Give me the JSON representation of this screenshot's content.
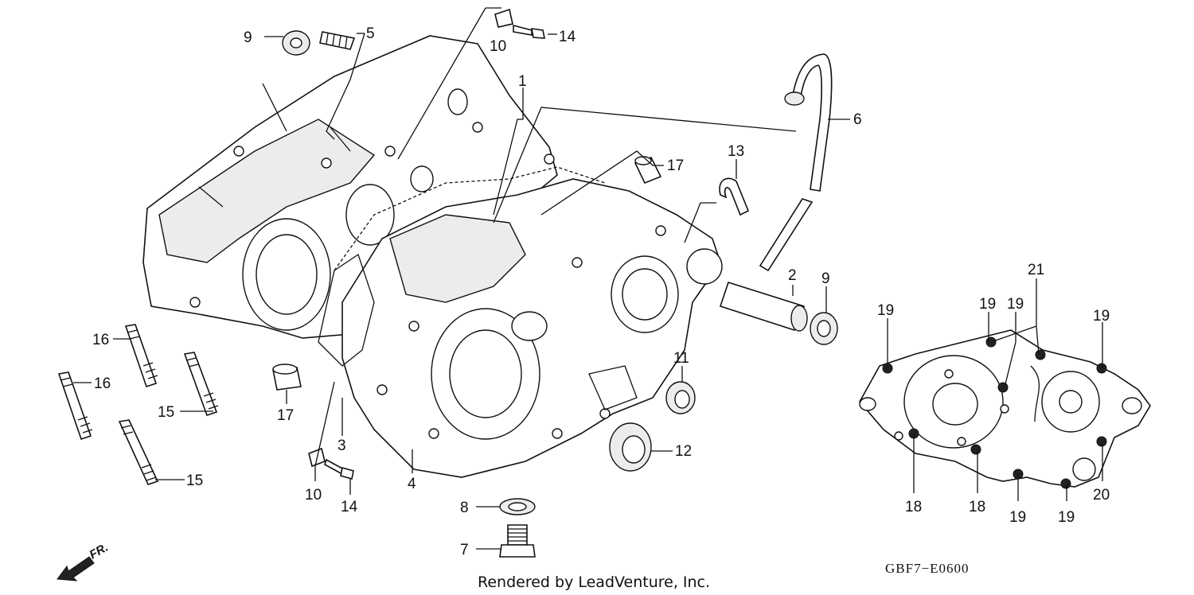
{
  "diagram": {
    "diagram_code": "GBF7−E0600",
    "credit": "Rendered by LeadVenture, Inc.",
    "direction_label": "FR.",
    "callouts": {
      "c1": "1",
      "c2": "2",
      "c3": "3",
      "c4": "4",
      "c5": "5",
      "c6": "6",
      "c7": "7",
      "c8": "8",
      "c9a": "9",
      "c9b": "9",
      "c10a": "10",
      "c10b": "10",
      "c11": "11",
      "c12": "12",
      "c13": "13",
      "c14a": "14",
      "c14b": "14",
      "c15a": "15",
      "c15b": "15",
      "c16a": "16",
      "c16b": "16",
      "c17a": "17",
      "c17b": "17",
      "c18a": "18",
      "c18b": "18",
      "c19a": "19",
      "c19b": "19",
      "c19c": "19",
      "c19d": "19",
      "c19e": "19",
      "c19f": "19",
      "c20": "20",
      "c21": "21"
    }
  }
}
